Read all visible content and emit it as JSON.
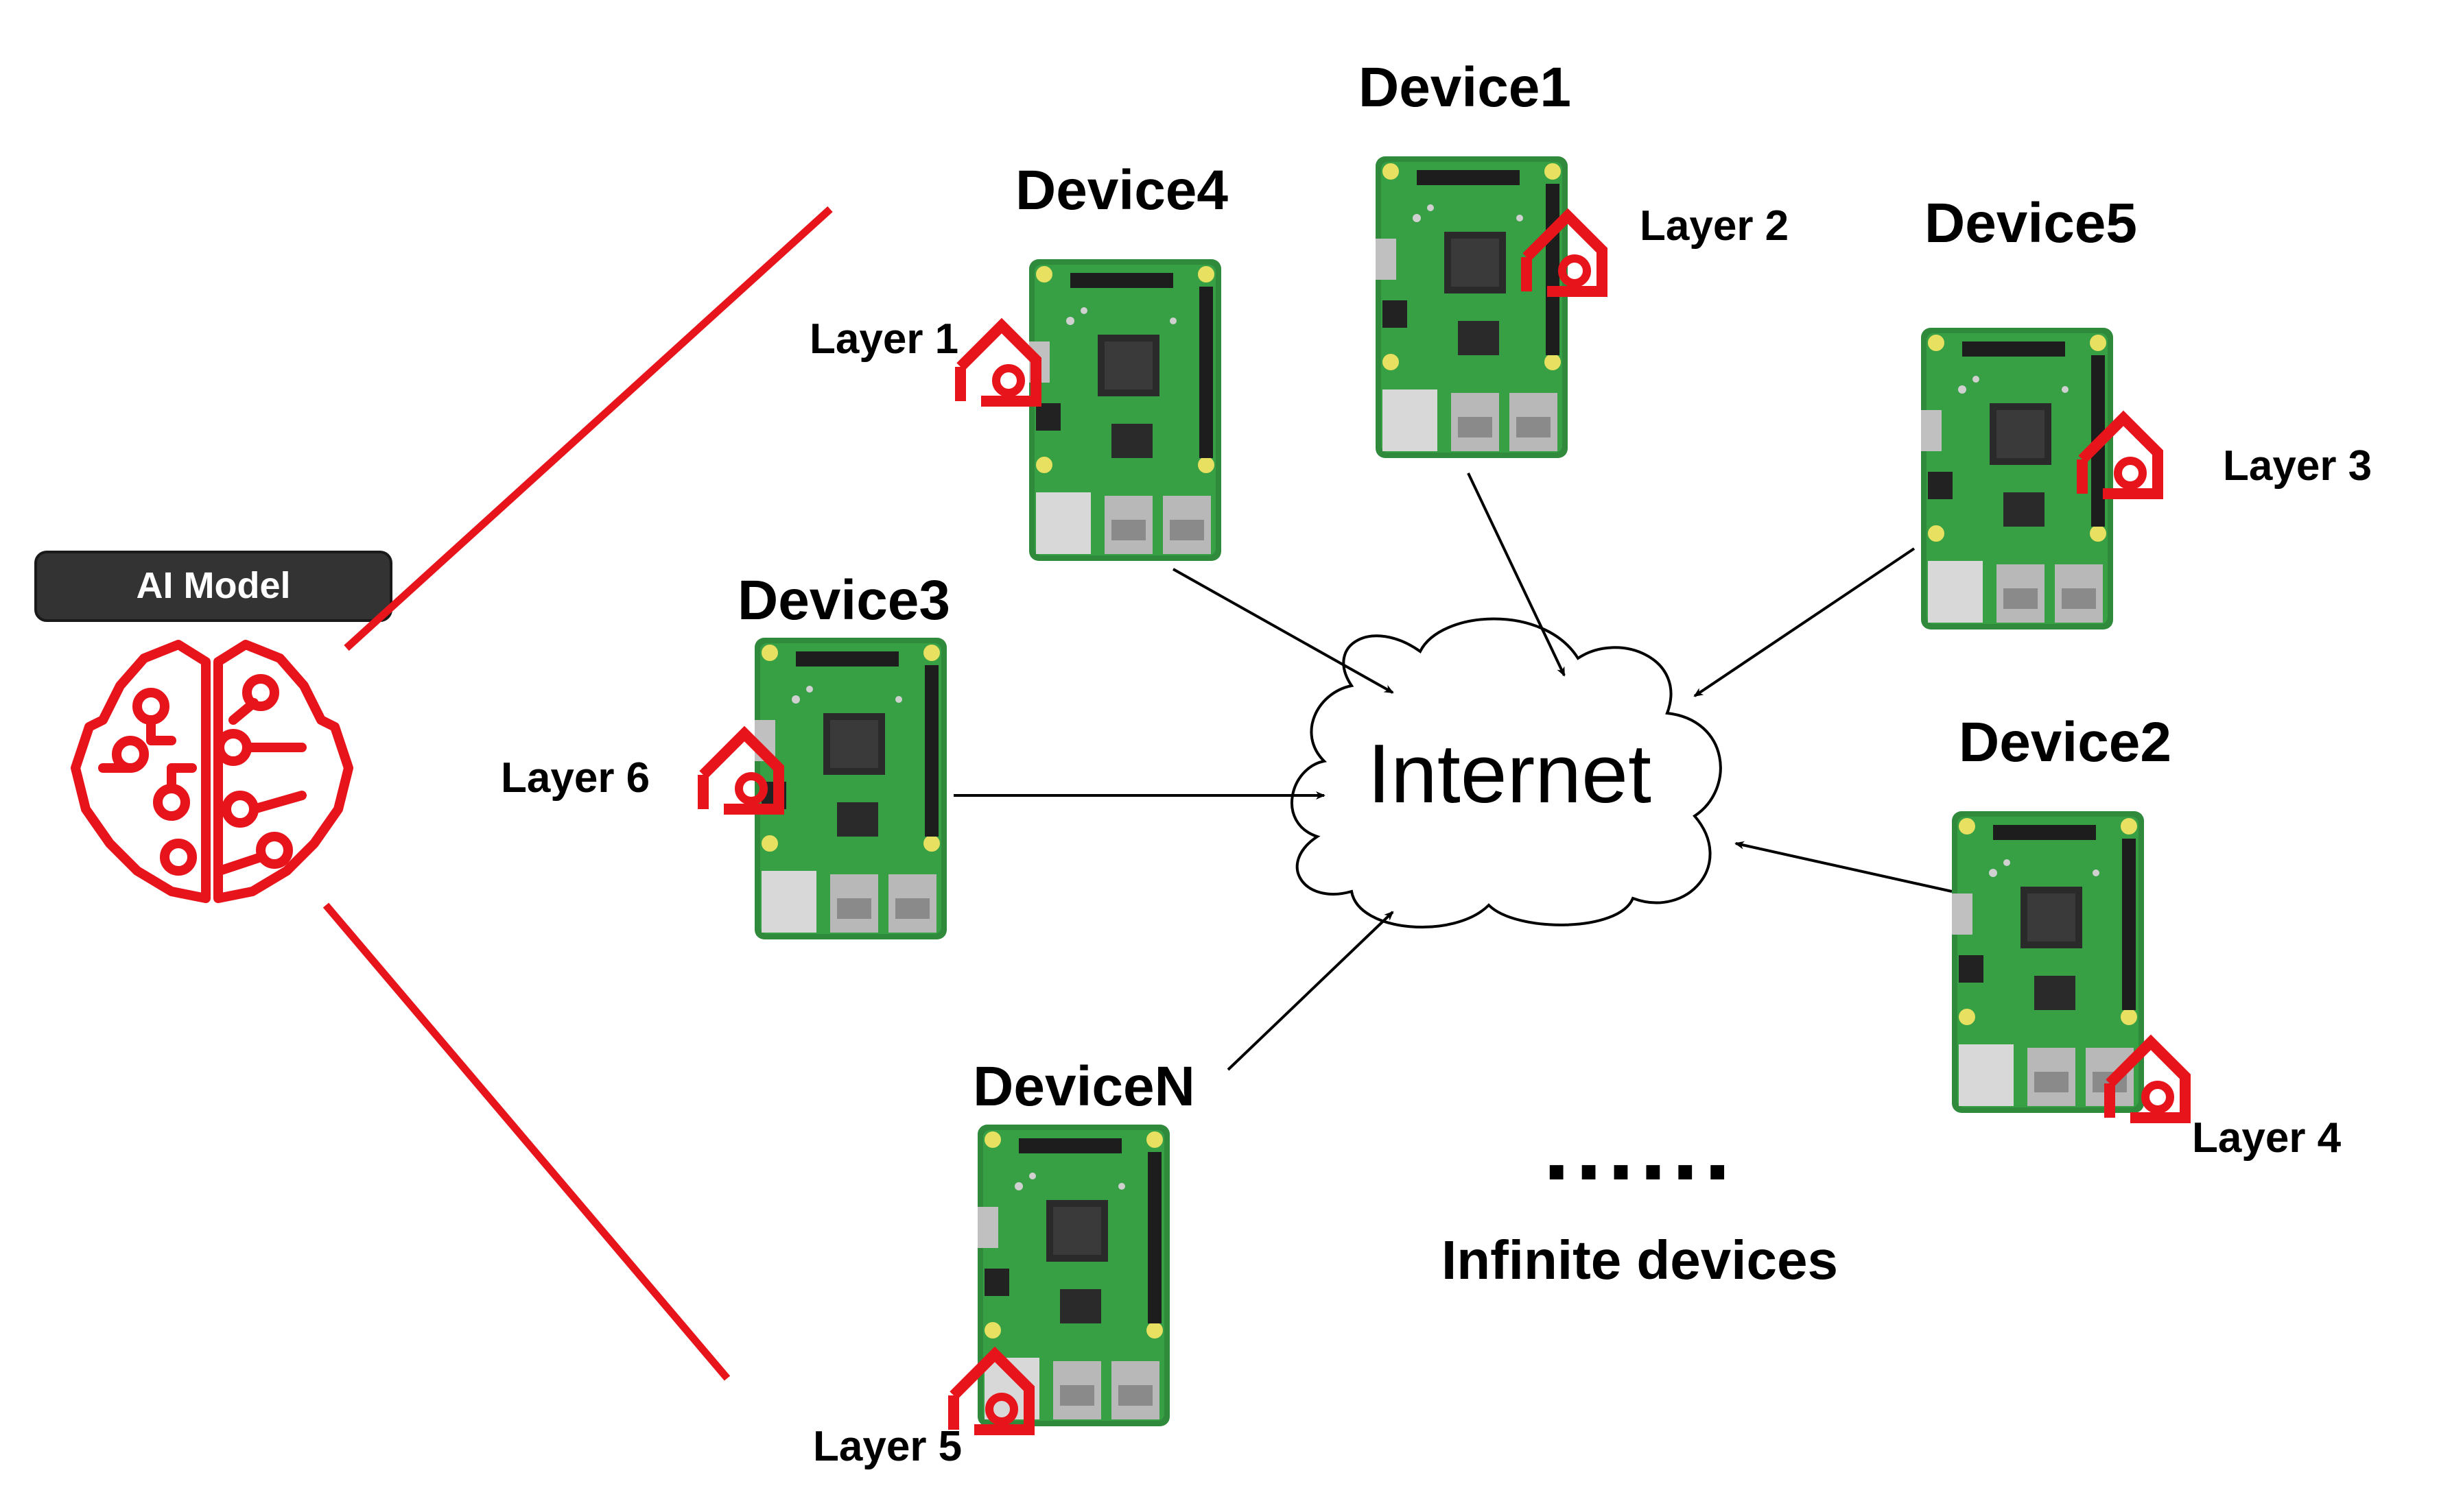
{
  "ai_model": {
    "label": "AI Model",
    "icon": "brain-circuit-icon"
  },
  "internet": {
    "label": "Internet",
    "icon": "cloud-icon"
  },
  "devices": [
    {
      "id": "d1",
      "title": "Device1",
      "layer": "Layer 2"
    },
    {
      "id": "d2",
      "title": "Device2",
      "layer": "Layer 4"
    },
    {
      "id": "d3",
      "title": "Device3",
      "layer": "Layer 6"
    },
    {
      "id": "d4",
      "title": "Device4",
      "layer": "Layer 1"
    },
    {
      "id": "d5",
      "title": "Device5",
      "layer": "Layer 3"
    },
    {
      "id": "dn",
      "title": "DeviceN",
      "layer": "Layer 5"
    }
  ],
  "footer": {
    "ellipsis": "......",
    "infinite": "Infinite devices"
  },
  "colors": {
    "accent_red": "#e8141b",
    "board_green": "#2f8a3c",
    "pill_bg": "#333333"
  }
}
